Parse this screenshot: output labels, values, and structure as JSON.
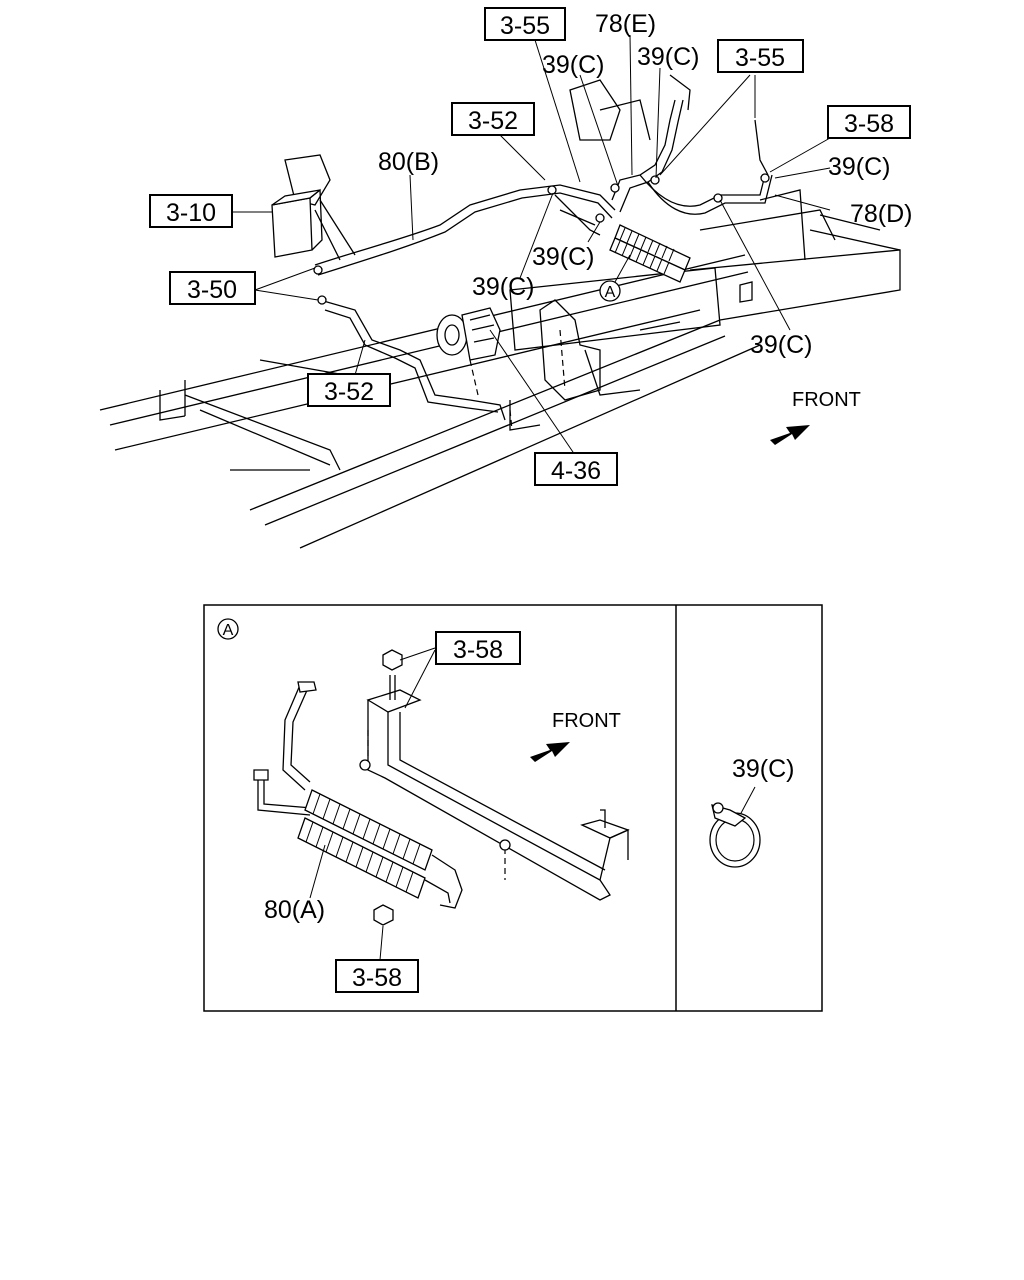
{
  "callouts": {
    "ref_3_55_top": "3-55",
    "ref_78e": "78(E)",
    "ref_39c_a": "39(C)",
    "ref_39c_b": "39(C)",
    "ref_3_55_right": "3-55",
    "ref_3_52_top": "3-52",
    "ref_80b": "80(B)",
    "ref_3_58_top": "3-58",
    "ref_39c_c": "39(C)",
    "ref_3_10": "3-10",
    "ref_78d": "78(D)",
    "ref_39c_d": "39(C)",
    "ref_39c_e": "39(C)",
    "ref_3_50": "3-50",
    "ref_circle_a": "A",
    "ref_39c_f": "39(C)",
    "ref_3_52_bottom": "3-52",
    "ref_front_top": "FRONT",
    "ref_4_36": "4-36"
  },
  "detail_a": {
    "marker": "A",
    "ref_3_58_upper": "3-58",
    "front": "FRONT",
    "ref_80a": "80(A)",
    "ref_3_58_lower": "3-58"
  },
  "detail_clamp": {
    "ref_39c": "39(C)"
  },
  "colors": {
    "line": "#000000",
    "background": "#ffffff"
  }
}
